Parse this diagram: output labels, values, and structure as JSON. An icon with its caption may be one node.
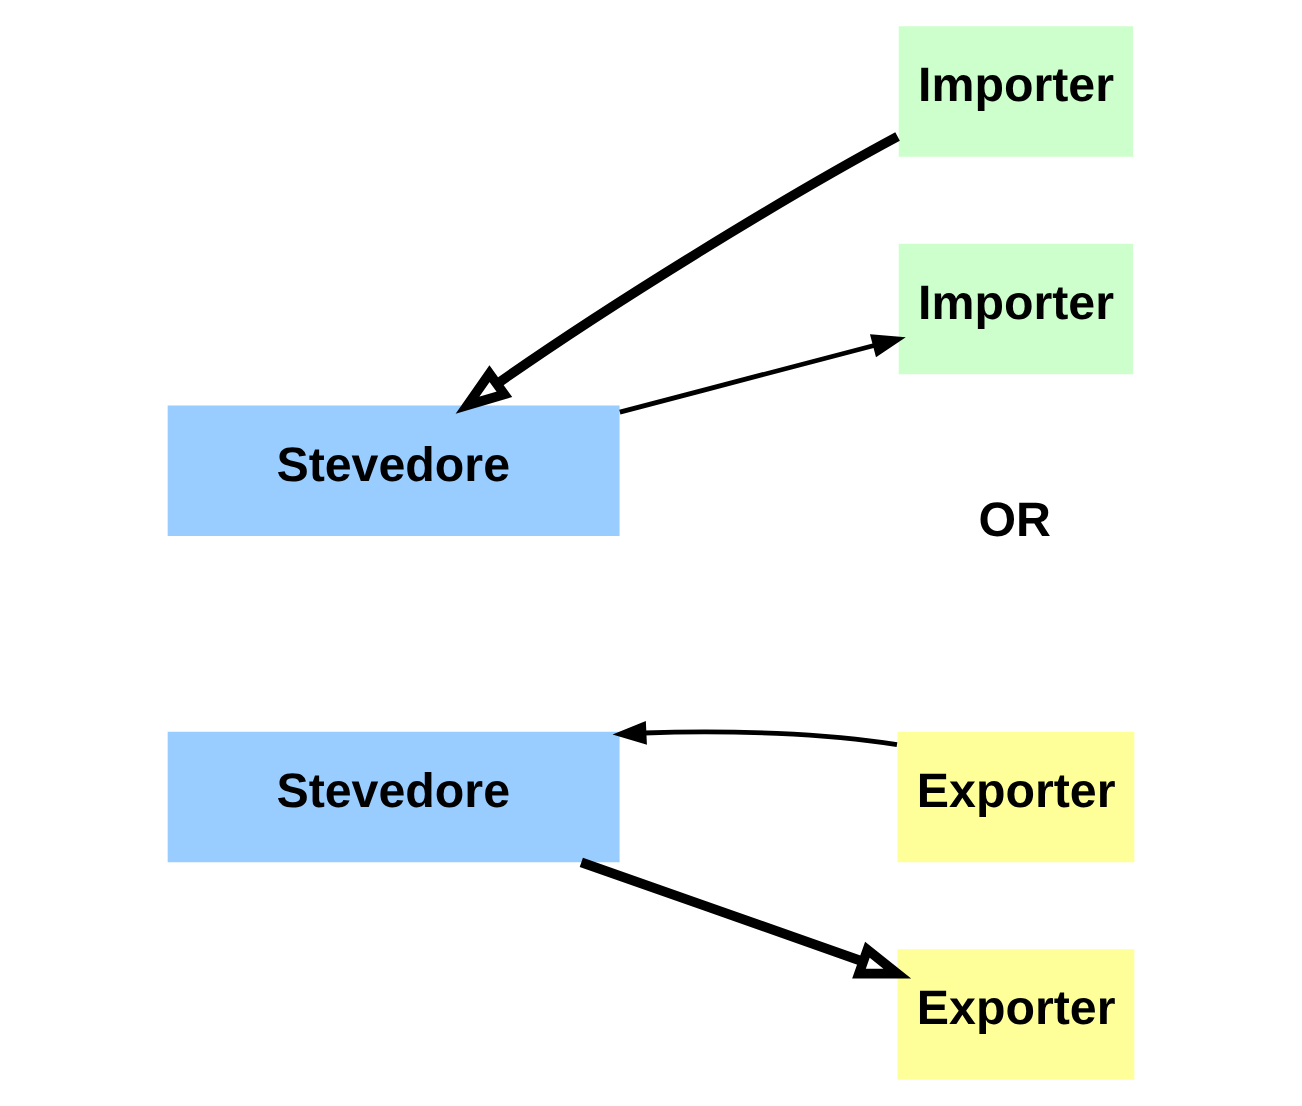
{
  "diagram": {
    "nodes": [
      {
        "text": [
          "Stevedore"
        ]
      },
      {
        "text": [
          "Importer"
        ]
      },
      {
        "text": [
          "Importer"
        ]
      },
      {
        "text": [
          "Exporter"
        ]
      },
      {
        "text": [
          "Stevedore"
        ]
      },
      {
        "text": [
          "Exporter"
        ]
      }
    ],
    "edges": [
      {
        "from": 1,
        "to": 0,
        "arrow": "to",
        "style": "thick"
      },
      {
        "from": 0,
        "to": 2,
        "arrow": "to"
      },
      {
        "from": 3,
        "to": 4,
        "arrow": "to"
      },
      {
        "from": 4,
        "to": 5,
        "arrow": "to",
        "style": "thick"
      }
    ],
    "labels": [
      "OR"
    ]
  }
}
